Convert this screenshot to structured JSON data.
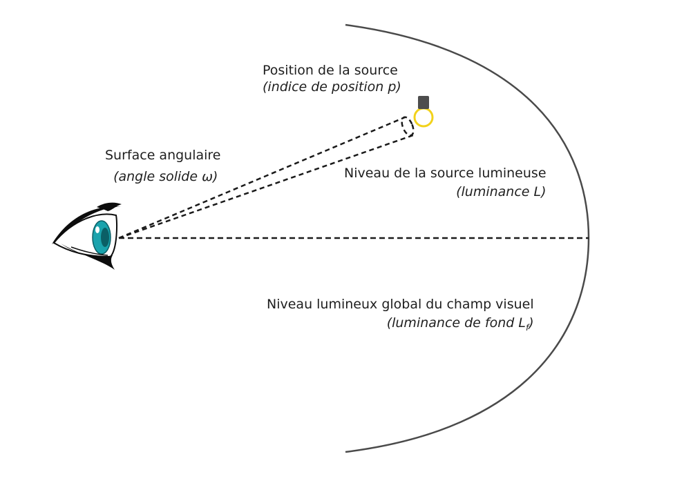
{
  "labels": {
    "source_position": {
      "title": "Position de la source",
      "detail": "(indice de position p)"
    },
    "angular_surface": {
      "title": "Surface angulaire",
      "detail": "(angle solide ω)"
    },
    "source_level": {
      "title": "Niveau de la source lumineuse",
      "detail": "(luminance L)"
    },
    "background_level": {
      "title": "Niveau lumineux global du champ visuel",
      "detail_prefix": "(luminance de fond L",
      "detail_subscript": "f",
      "detail_suffix": ")"
    }
  },
  "colors": {
    "line": "#1a1a1a",
    "arc": "#4a4a4a",
    "source_ring": "#f2d21b",
    "source_block": "#4d4d4d",
    "iris": "#1aa3ad",
    "iris_dark": "#0b5f66"
  },
  "icons": {
    "observer": "eye-icon",
    "light_source": "light-source-icon"
  }
}
